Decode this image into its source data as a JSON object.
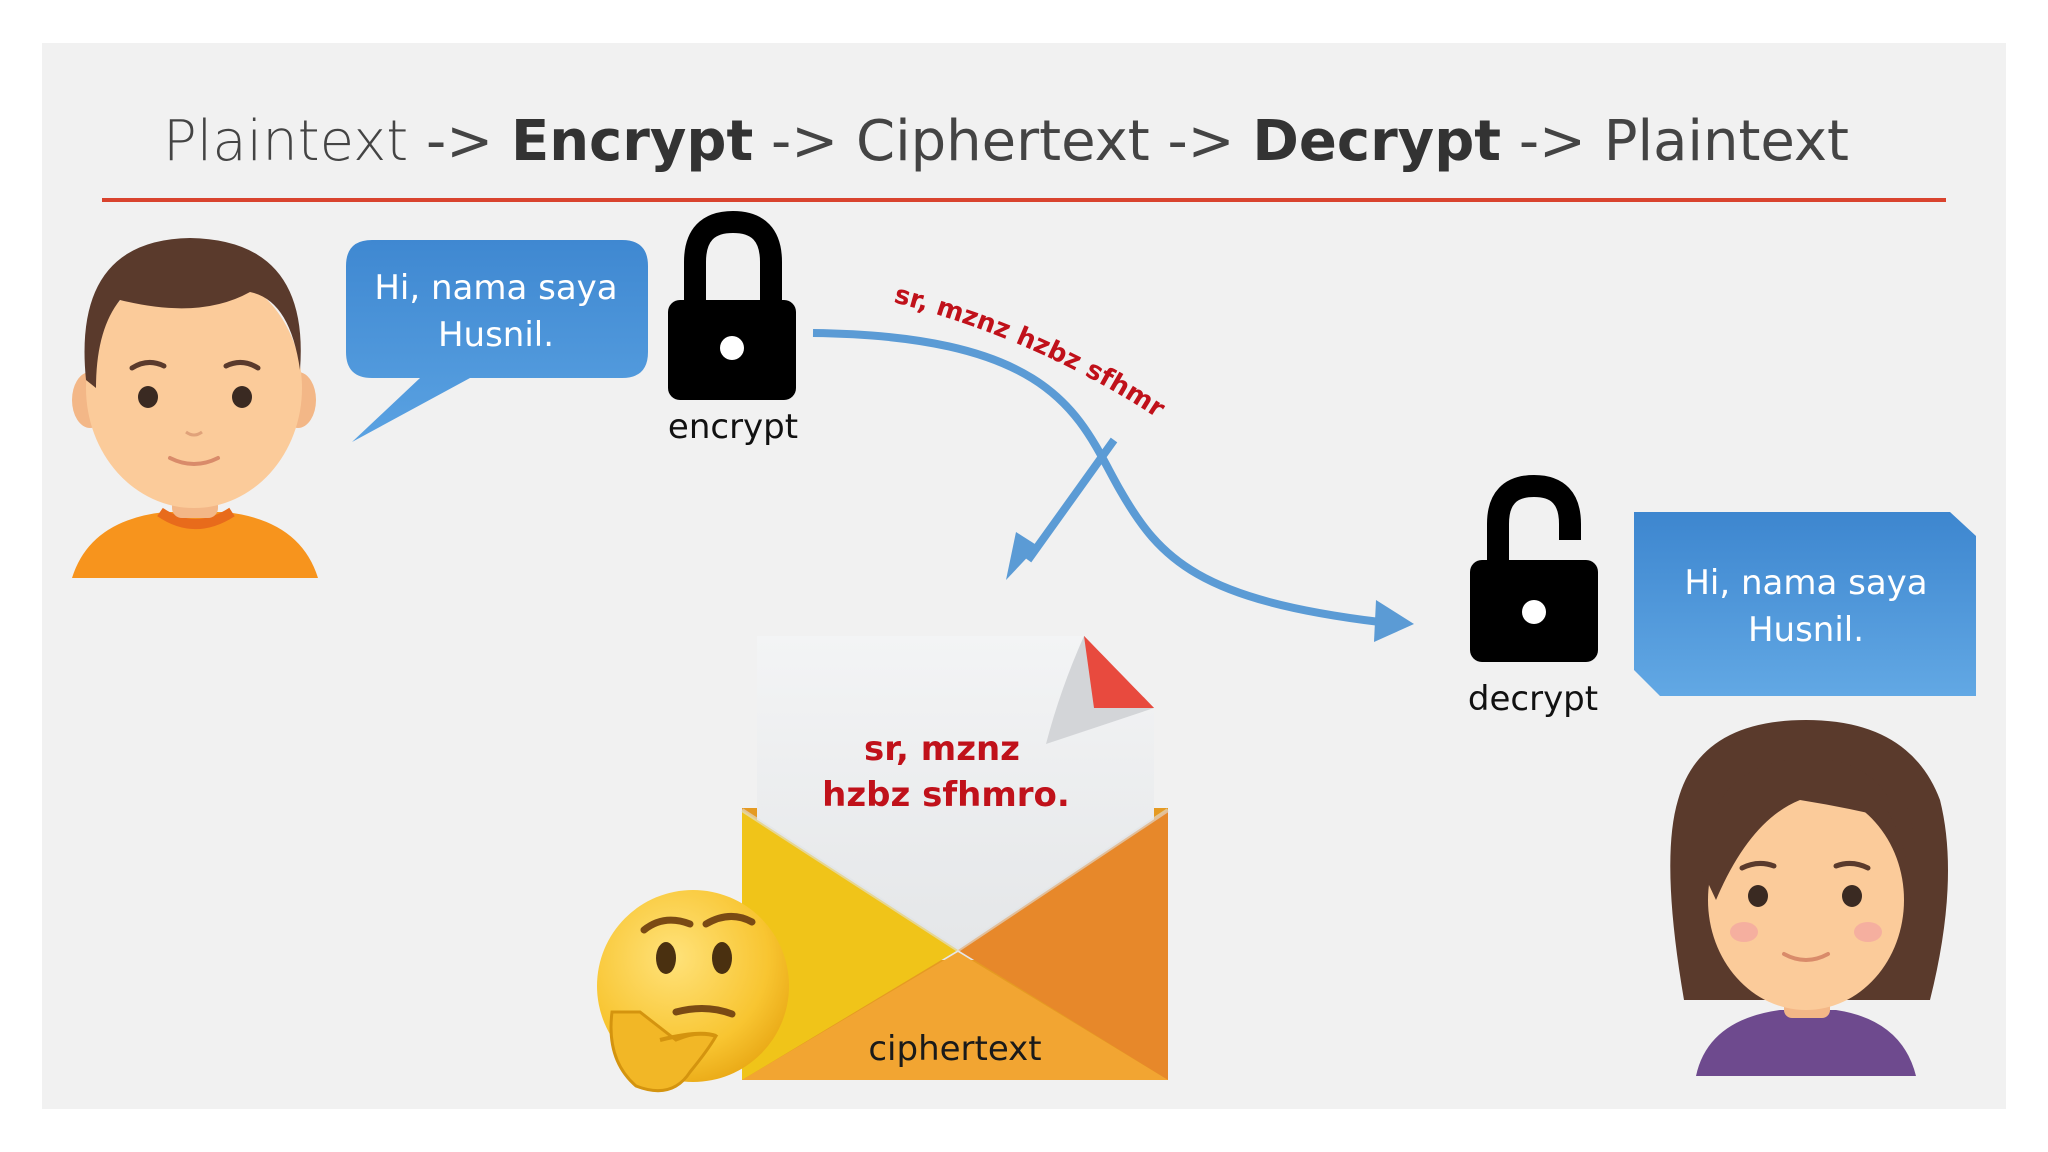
{
  "title": {
    "plaintext_1": "Plaintext",
    "arrow_1": " -> ",
    "encrypt": "Encrypt",
    "arrow_2": " -> ",
    "ciphertext": "Ciphertext",
    "arrow_3": " -> ",
    "decrypt": "Decrypt",
    "arrow_4": " -> ",
    "plaintext_2": "Plaintext"
  },
  "sender": {
    "bubble_line1": "Hi, nama saya",
    "bubble_line2": "Husnil."
  },
  "encrypt_lock": {
    "label": "encrypt"
  },
  "cipher_path_text": "sr, mznz hzbz sfhmro.",
  "envelope": {
    "letter_line1": "sr, mznz",
    "letter_line2": "hzbz sfhmro.",
    "label": "ciphertext"
  },
  "decrypt_lock": {
    "label": "decrypt"
  },
  "receiver": {
    "bubble_line1": "Hi, nama saya",
    "bubble_line2": "Husnil."
  },
  "colors": {
    "accent_line": "#d9432e",
    "bubble_blue": "#4a90d4",
    "arrow_blue": "#5b9bd5",
    "cipher_red": "#c0111a"
  },
  "icons": [
    "boy-avatar",
    "speech-bubble",
    "locked-padlock",
    "unlocked-padlock",
    "envelope-letter",
    "thinking-face-emoji",
    "girl-avatar"
  ]
}
